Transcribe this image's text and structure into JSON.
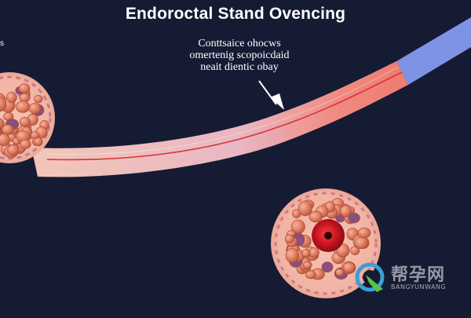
{
  "title": "Endoroctal Stand Ovencing",
  "annotation": {
    "lines": [
      "Conttsaice ohocws",
      "omertenig scopoicdaid",
      "neait dientic obay"
    ]
  },
  "edge_mark": "s",
  "watermark": {
    "cn": "帮孕网",
    "en": "BANGYUNWANG"
  },
  "colors": {
    "background": "#151b33",
    "tube": "#f4b3a3",
    "tube_tip": "#7f93e6",
    "cell": "#e07a5f",
    "nucleus": "#c1121f"
  },
  "icons": {
    "watermark_logo": "q-logo-icon",
    "pointer": "arrow-icon"
  }
}
